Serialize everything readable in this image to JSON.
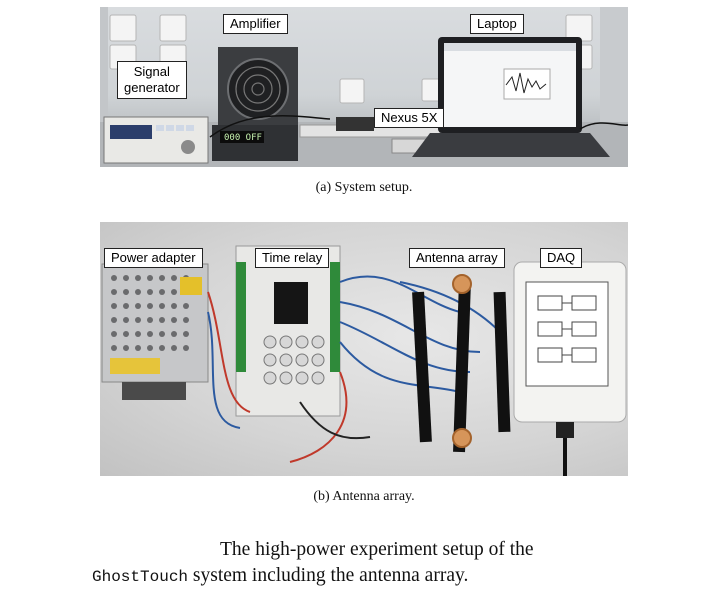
{
  "figure_a": {
    "labels": {
      "signal_generator": [
        "Signal",
        "generator"
      ],
      "amplifier": "Amplifier",
      "laptop": "Laptop",
      "nexus": "Nexus 5X"
    },
    "caption": "(a)  System setup."
  },
  "figure_b": {
    "labels": {
      "power_adapter": "Power adapter",
      "time_relay": "Time relay",
      "antenna_array": "Antenna array",
      "daq": "DAQ"
    },
    "caption": "(b)  Antenna array."
  },
  "figure_caption": {
    "part1": "The  high-power  experiment  setup  of  the",
    "system_name": "GhostTouch",
    "part2": " system including the antenna array."
  }
}
